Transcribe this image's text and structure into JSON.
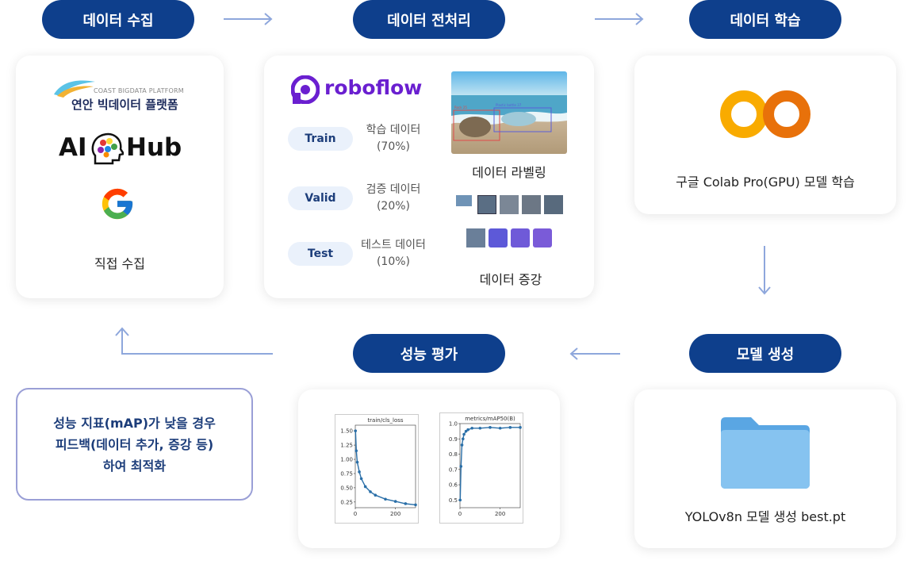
{
  "steps": {
    "collect": "데이터 수집",
    "preprocess": "데이터 전처리",
    "train": "데이터 학습",
    "model": "모델 생성",
    "evaluate": "성능 평가"
  },
  "collect_card": {
    "platform_sub": "COAST BIGDATA PLATFORM",
    "platform_main": "연안 빅데이터 플랫폼",
    "aihub_left": "AI",
    "aihub_right": "Hub",
    "google_letter": "G",
    "label": "직접 수집"
  },
  "preprocess_card": {
    "brand": "roboflow",
    "splits": [
      {
        "tag": "Train",
        "name": "학습 데이터",
        "pct": "(70%)"
      },
      {
        "tag": "Valid",
        "name": "검증 데이터",
        "pct": "(20%)"
      },
      {
        "tag": "Test",
        "name": "테스트 데이터",
        "pct": "(10%)"
      }
    ],
    "labeling": "데이터 라벨링",
    "augmentation": "데이터 증강",
    "label_box_1": "Rock 25",
    "label_box_2": "Plastic bottle 37"
  },
  "train_card": {
    "label": "구글 Colab Pro(GPU) 모델 학습"
  },
  "model_card": {
    "label": "YOLOv8n 모델 생성 best.pt"
  },
  "eval_card": {
    "plot1_title": "train/cls_loss",
    "plot1_yticks": [
      "1.50",
      "1.25",
      "1.00",
      "0.75",
      "0.50",
      "0.25"
    ],
    "plot1_xticks": [
      "0",
      "200"
    ],
    "plot2_title": "metrics/mAP50(B)",
    "plot2_yticks": [
      "1.0",
      "0.9",
      "0.8",
      "0.7",
      "0.6",
      "0.5"
    ],
    "plot2_xticks": [
      "0",
      "200"
    ]
  },
  "feedback": {
    "line1": "성능 지표(mAP)가 낮을 경우",
    "line2": "피드백(데이터 추가, 증강 등)",
    "line3": "하여 최적화"
  },
  "colors": {
    "pill": "#0e3f8c",
    "arrow": "#8ea7dc",
    "roboflow": "#6a1fd0",
    "colab_orange": "#e8710a",
    "colab_yellow": "#f9ab00",
    "folder": "#5aa6e3"
  },
  "chart_data": [
    {
      "type": "line",
      "title": "train/cls_loss",
      "xlim": [
        0,
        300
      ],
      "ylim": [
        0.15,
        1.6
      ],
      "x": [
        1,
        5,
        10,
        20,
        30,
        50,
        75,
        100,
        150,
        200,
        250,
        300
      ],
      "values": [
        1.5,
        1.15,
        0.95,
        0.78,
        0.66,
        0.52,
        0.43,
        0.37,
        0.3,
        0.26,
        0.22,
        0.2
      ]
    },
    {
      "type": "line",
      "title": "metrics/mAP50(B)",
      "xlim": [
        0,
        300
      ],
      "ylim": [
        0.45,
        1.0
      ],
      "x": [
        1,
        5,
        10,
        15,
        20,
        30,
        40,
        60,
        100,
        150,
        200,
        250,
        300
      ],
      "values": [
        0.5,
        0.72,
        0.86,
        0.9,
        0.93,
        0.95,
        0.96,
        0.97,
        0.97,
        0.975,
        0.97,
        0.975,
        0.975
      ]
    }
  ]
}
